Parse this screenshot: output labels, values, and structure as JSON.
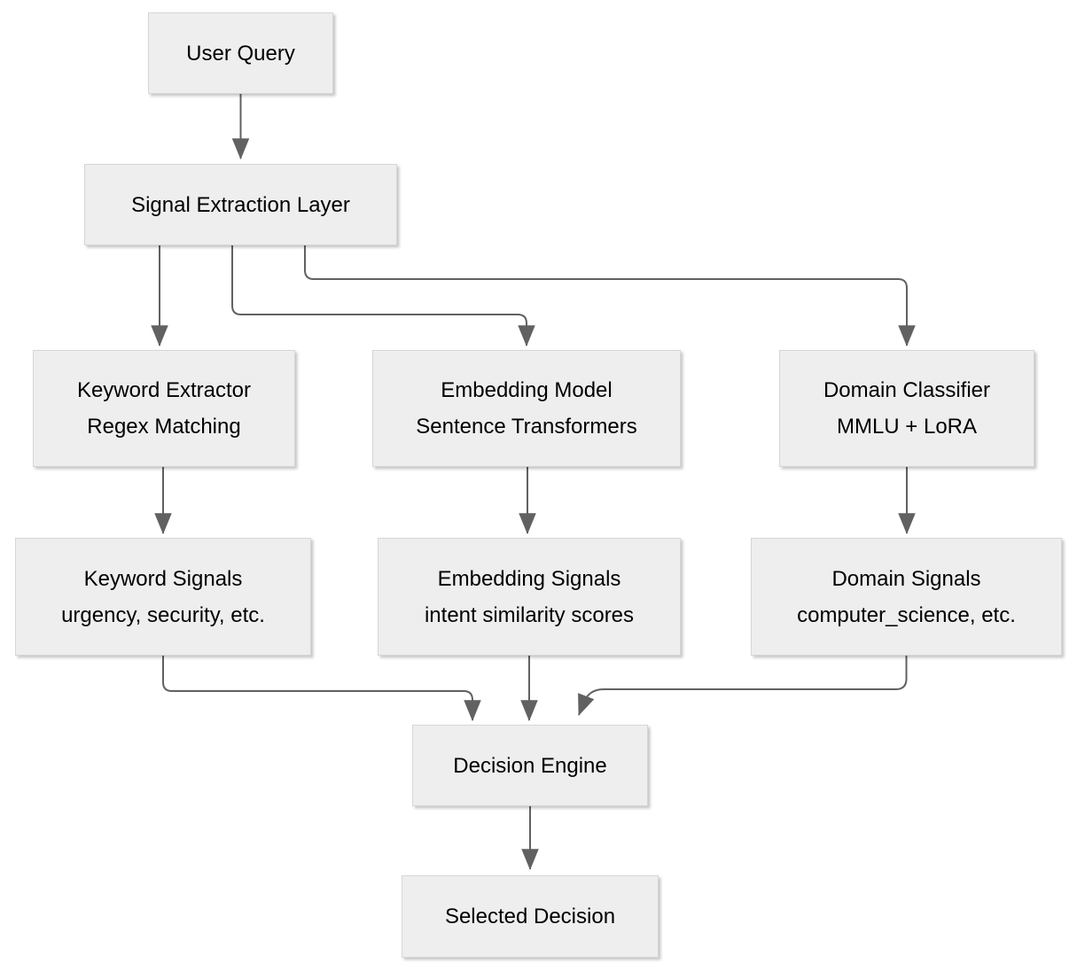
{
  "diagram": {
    "colors": {
      "background": "#ffffff",
      "node_fill": "#eeeeee",
      "node_border": "#d6d6d6",
      "connector": "#616161",
      "text": "#000000"
    },
    "nodes": {
      "user_query": {
        "title": "User Query"
      },
      "signal_extraction": {
        "title": "Signal Extraction Layer"
      },
      "keyword_extractor": {
        "title": "Keyword Extractor",
        "subtitle": "Regex Matching"
      },
      "embedding_model": {
        "title": "Embedding Model",
        "subtitle": "Sentence Transformers"
      },
      "domain_classifier": {
        "title": "Domain Classifier",
        "subtitle": "MMLU + LoRA"
      },
      "keyword_signals": {
        "title": "Keyword Signals",
        "subtitle": "urgency, security, etc."
      },
      "embedding_signals": {
        "title": "Embedding Signals",
        "subtitle": "intent similarity scores"
      },
      "domain_signals": {
        "title": "Domain Signals",
        "subtitle": "computer_science, etc."
      },
      "decision_engine": {
        "title": "Decision Engine"
      },
      "selected_decision": {
        "title": "Selected Decision"
      }
    },
    "edges": [
      {
        "from": "user_query",
        "to": "signal_extraction"
      },
      {
        "from": "signal_extraction",
        "to": "keyword_extractor"
      },
      {
        "from": "signal_extraction",
        "to": "embedding_model"
      },
      {
        "from": "signal_extraction",
        "to": "domain_classifier"
      },
      {
        "from": "keyword_extractor",
        "to": "keyword_signals"
      },
      {
        "from": "embedding_model",
        "to": "embedding_signals"
      },
      {
        "from": "domain_classifier",
        "to": "domain_signals"
      },
      {
        "from": "keyword_signals",
        "to": "decision_engine"
      },
      {
        "from": "embedding_signals",
        "to": "decision_engine"
      },
      {
        "from": "domain_signals",
        "to": "decision_engine"
      },
      {
        "from": "decision_engine",
        "to": "selected_decision"
      }
    ]
  }
}
